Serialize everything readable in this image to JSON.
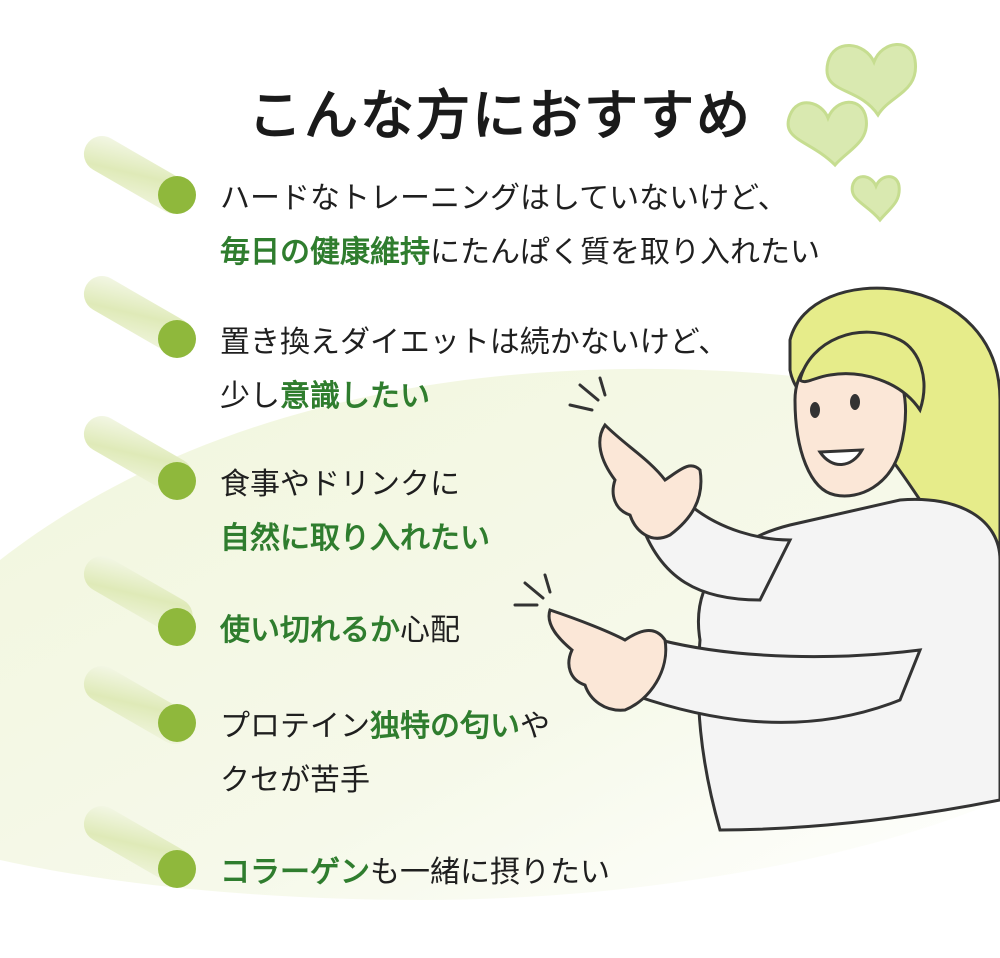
{
  "title": "こんな方におすすめ",
  "items": [
    {
      "line1": {
        "p1": "ハードなトレーニングはしていないけど、"
      },
      "line2": {
        "h1": "毎日の健康維持",
        "p1": "にたんぱく質を取り入れたい"
      }
    },
    {
      "line1": {
        "p1": "置き換えダイエットは続かないけど、"
      },
      "line2": {
        "p1": "少し",
        "h1": "意識したい"
      }
    },
    {
      "line1": {
        "p1": "食事やドリンクに"
      },
      "line2": {
        "h1": "自然に取り入れたい"
      }
    },
    {
      "line1": {
        "h1": "使い切れるか",
        "p1": "心配"
      }
    },
    {
      "line1": {
        "p1": "プロテイン",
        "h1": "独特の匂い",
        "p2": "や"
      },
      "line2": {
        "p1": "クセが苦手"
      }
    },
    {
      "line1": {
        "h1": "コラーゲン",
        "p1": "も一緒に摂りたい"
      }
    }
  ],
  "colors": {
    "highlight": "#2f7d2e",
    "bullet": "#8fb83c",
    "title": "#1a1a1a",
    "heart": "#cfe3a0"
  },
  "icons": [
    "heart-icon",
    "woman-pointing-illustration"
  ]
}
